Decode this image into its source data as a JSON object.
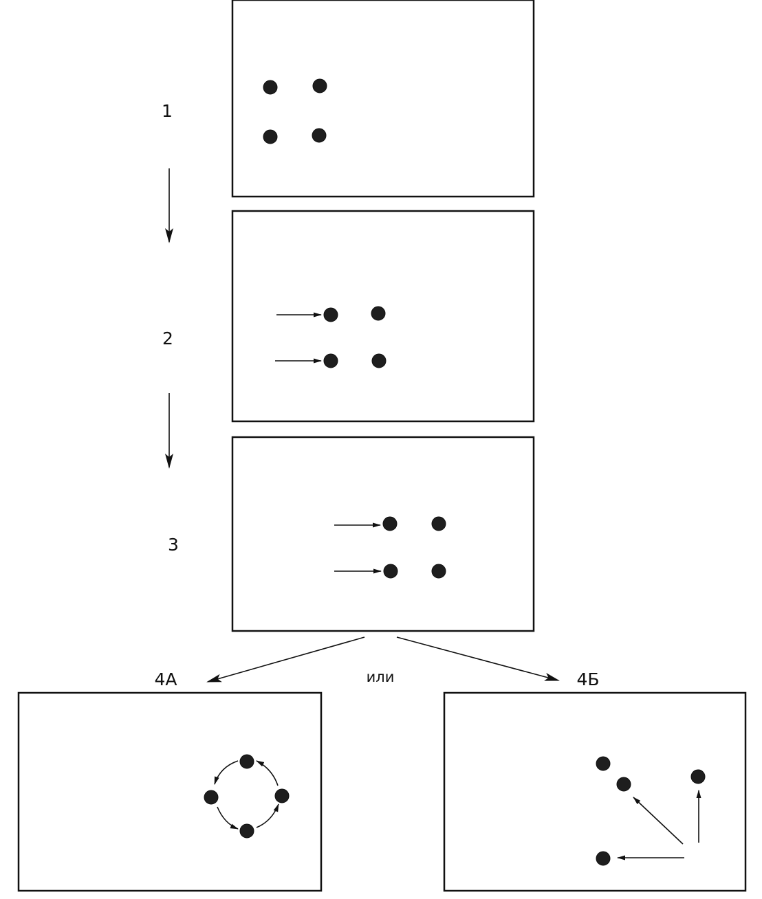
{
  "labels": {
    "step1": "1",
    "step2": "2",
    "step3": "3",
    "step4a": "4А",
    "step4b": "4Б",
    "or": "или"
  },
  "colors": {
    "ink": "#111111",
    "background": "#ffffff"
  }
}
